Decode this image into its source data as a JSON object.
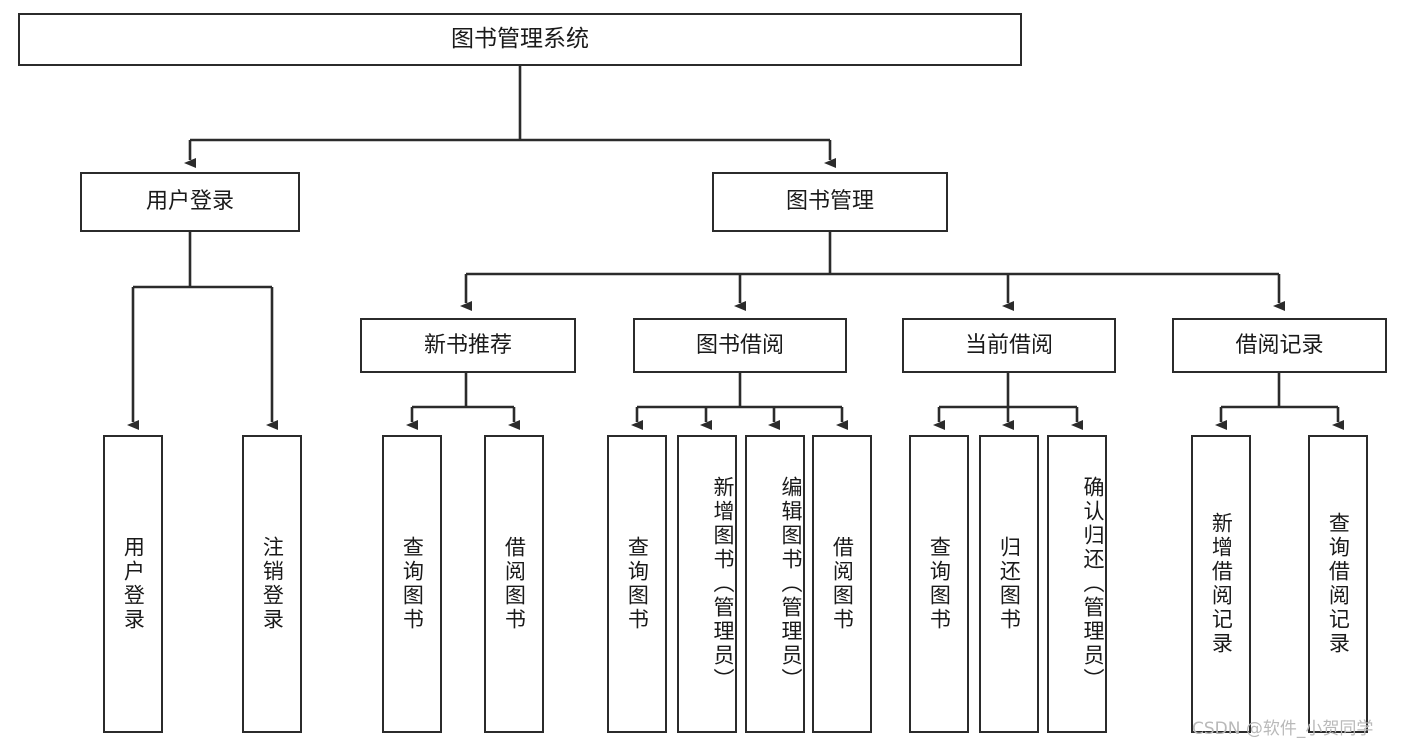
{
  "diagram": {
    "title": "图书管理系统",
    "watermark": "CSDN @软件_小贺同学",
    "colors": {
      "stroke": "#2b2b2b",
      "text": "#1a1a1a",
      "background": "#ffffff",
      "watermark": "#b9b9b9"
    },
    "levels": {
      "root": {
        "label": "图书管理系统"
      },
      "level2": [
        {
          "label": "用户登录"
        },
        {
          "label": "图书管理"
        }
      ],
      "level3": [
        {
          "label": "新书推荐"
        },
        {
          "label": "图书借阅"
        },
        {
          "label": "当前借阅"
        },
        {
          "label": "借阅记录"
        }
      ],
      "level4": [
        {
          "label": "用户登录",
          "parent": "用户登录"
        },
        {
          "label": "注销登录",
          "parent": "用户登录"
        },
        {
          "label": "查询图书",
          "parent": "新书推荐"
        },
        {
          "label": "借阅图书",
          "parent": "新书推荐"
        },
        {
          "label": "查询图书",
          "parent": "图书借阅"
        },
        {
          "label": "新增图书（管理员）",
          "parent": "图书借阅"
        },
        {
          "label": "编辑图书（管理员）",
          "parent": "图书借阅"
        },
        {
          "label": "借阅图书",
          "parent": "图书借阅"
        },
        {
          "label": "查询图书",
          "parent": "当前借阅"
        },
        {
          "label": "归还图书",
          "parent": "当前借阅"
        },
        {
          "label": "确认归还（管理员）",
          "parent": "当前借阅"
        },
        {
          "label": "新增借阅记录",
          "parent": "借阅记录"
        },
        {
          "label": "查询借阅记录",
          "parent": "借阅记录"
        }
      ]
    }
  }
}
